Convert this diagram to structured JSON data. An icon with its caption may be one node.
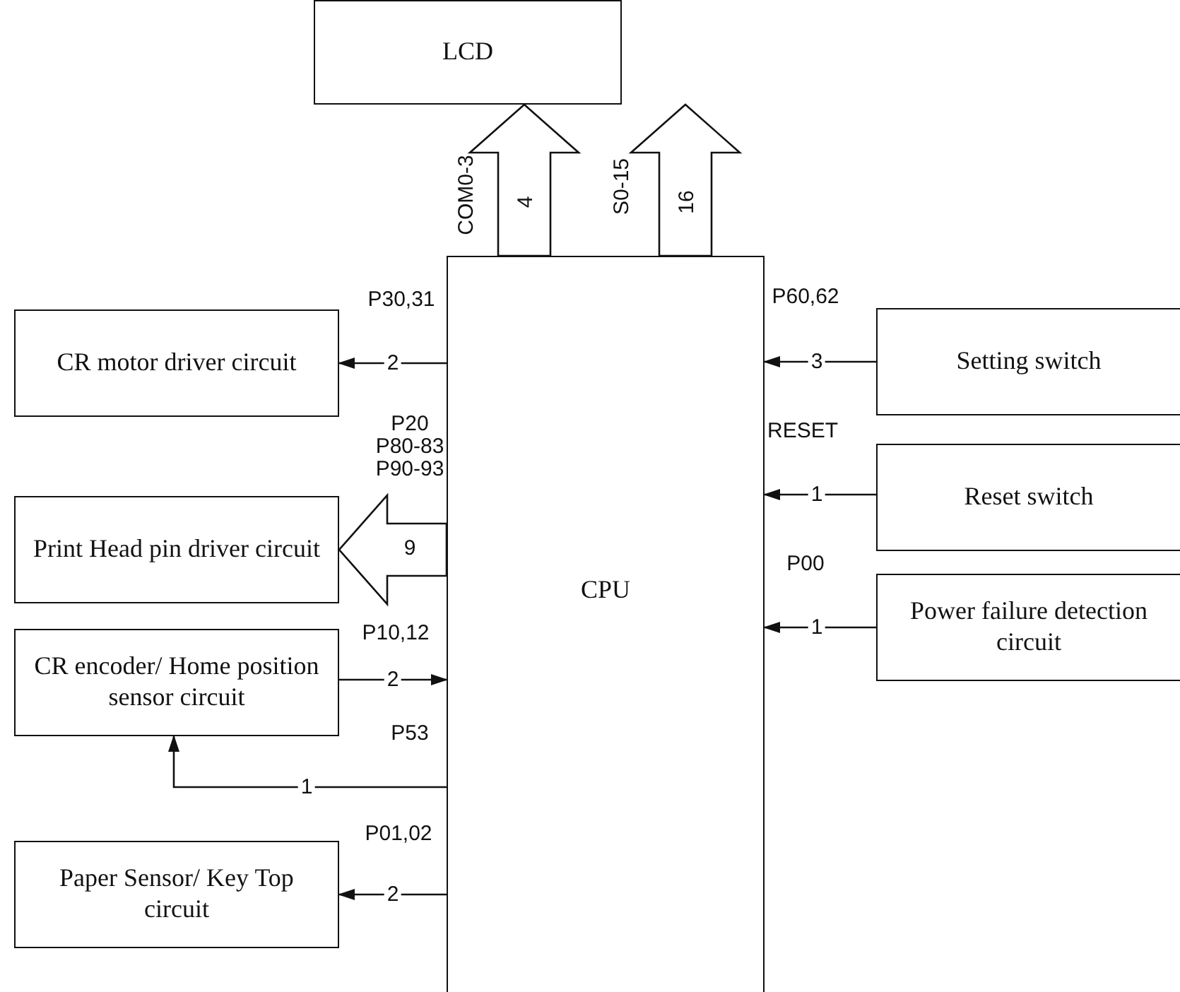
{
  "diagram": {
    "nodes": [
      {
        "text": [
          "LCD"
        ]
      },
      {
        "text": [
          "CPU"
        ]
      },
      {
        "text": [
          "CR motor driver circuit"
        ]
      },
      {
        "text": [
          "Print Head pin driver circuit"
        ]
      },
      {
        "text": [
          "CR encoder/ Home position sensor circuit"
        ]
      },
      {
        "text": [
          "Paper Sensor/ Key Top circuit"
        ]
      },
      {
        "text": [
          "Setting switch"
        ]
      },
      {
        "text": [
          "Reset switch"
        ]
      },
      {
        "text": [
          "Power failure detection circuit"
        ]
      }
    ],
    "edges": [
      {
        "from": 1,
        "to": 0,
        "arrow": "to",
        "label": "4",
        "style": "thick"
      },
      {
        "from": 1,
        "to": 0,
        "arrow": "to",
        "label": "16",
        "style": "thick"
      },
      {
        "from": 1,
        "to": 2,
        "arrow": "to",
        "label": "2"
      },
      {
        "from": 1,
        "to": 3,
        "arrow": "to",
        "label": "9",
        "style": "thick"
      },
      {
        "from": 4,
        "to": 1,
        "arrow": "to",
        "label": "2"
      },
      {
        "from": 1,
        "to": 4,
        "arrow": "to",
        "label": "1"
      },
      {
        "from": 1,
        "to": 5,
        "arrow": "to",
        "label": "2"
      },
      {
        "from": 6,
        "to": 1,
        "arrow": "to",
        "label": "3"
      },
      {
        "from": 7,
        "to": 1,
        "arrow": "to",
        "label": "1"
      },
      {
        "from": 8,
        "to": 1,
        "arrow": "to",
        "label": "1"
      }
    ],
    "labels": [
      "COM0-3",
      "S0-15",
      "P30,31",
      "P20",
      "P80-83",
      "P90-93",
      "P10,12",
      "P53",
      "P01,02",
      "P60,62",
      "RESET",
      "P00"
    ]
  }
}
